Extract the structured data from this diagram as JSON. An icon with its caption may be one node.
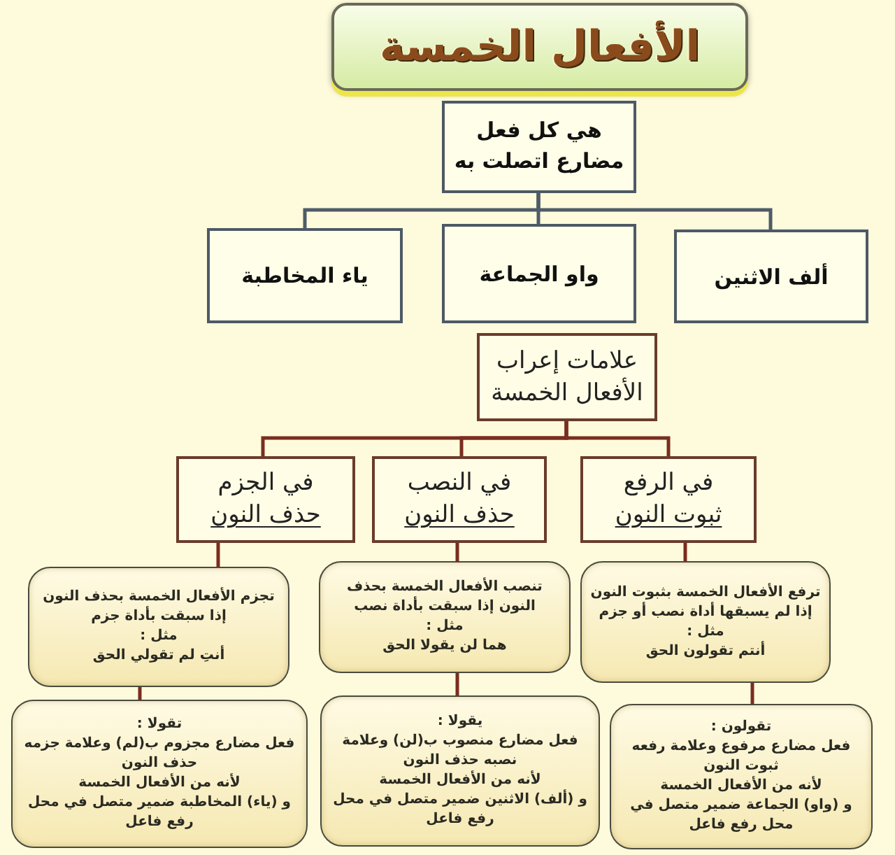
{
  "diagram": {
    "nodes": [
      {
        "text": [
          "الأفعال الخمسة"
        ]
      },
      {
        "text": [
          "هي كل فعل مضارع اتصلت به"
        ]
      },
      {
        "text": [
          "ياء المخاطبة"
        ]
      },
      {
        "text": [
          "واو الجماعة"
        ]
      },
      {
        "text": [
          "ألف الاثنين"
        ]
      },
      {
        "text": [
          "علامات إعراب الأفعال الخمسة"
        ]
      },
      {
        "text": [
          "في الجزم",
          "حذف النون"
        ]
      },
      {
        "text": [
          "في النصب",
          "حذف النون"
        ]
      },
      {
        "text": [
          "في الرفع",
          "ثبوت النون"
        ]
      },
      {
        "text": [
          "تجزم الأفعال الخمسة بحذف النون إذا سبقت بأداة جزم",
          "مثل :",
          "أنتِ لم تقولي الحق"
        ]
      },
      {
        "text": [
          "تنصب الأفعال الخمسة بحذف النون إذا سبقت بأداة نصب",
          "مثل :",
          "هما لن يقولا الحق"
        ]
      },
      {
        "text": [
          "ترفع الأفعال الخمسة بثبوت النون إذا لم يسبقها أداة نصب أو جزم مثل :",
          "أنتم تقولون الحق"
        ]
      },
      {
        "text": [
          "تقولا :",
          "فعل مضارع مجزوم ب(لم) وعلامة جزمه حذف النون",
          "لأنه من الأفعال الخمسة",
          "و (ياء) المخاطبة ضمير متصل في محل رفع فاعل"
        ]
      },
      {
        "text": [
          "يقولا :",
          "فعل مضارع منصوب ب(لن) وعلامة نصبه حذف النون",
          "لأنه من الأفعال الخمسة",
          "و (ألف) الاثنين ضمير متصل في محل رفع فاعل"
        ]
      },
      {
        "text": [
          "تقولون :",
          "فعل مضارع مرفوع وعلامة رفعه ثبوت النون",
          "لأنه من الأفعال الخمسة",
          "و (واو) الجماعة ضمير متصل في محل رفع فاعل"
        ]
      }
    ],
    "edges": [
      {
        "from": 1,
        "to": 2,
        "arrow": "none",
        "color": "#4e5b68"
      },
      {
        "from": 1,
        "to": 3,
        "arrow": "none",
        "color": "#4e5b68"
      },
      {
        "from": 1,
        "to": 4,
        "arrow": "none",
        "color": "#4e5b68"
      },
      {
        "from": 5,
        "to": 6,
        "arrow": "none"
      },
      {
        "from": 5,
        "to": 7,
        "arrow": "none"
      },
      {
        "from": 5,
        "to": 8,
        "arrow": "none"
      },
      {
        "from": 6,
        "to": 9,
        "arrow": "none"
      },
      {
        "from": 7,
        "to": 10,
        "arrow": "none"
      },
      {
        "from": 8,
        "to": 11,
        "arrow": "none"
      },
      {
        "from": 9,
        "to": 12,
        "arrow": "none"
      },
      {
        "from": 10,
        "to": 13,
        "arrow": "none"
      },
      {
        "from": 11,
        "to": 14,
        "arrow": "none"
      }
    ]
  }
}
